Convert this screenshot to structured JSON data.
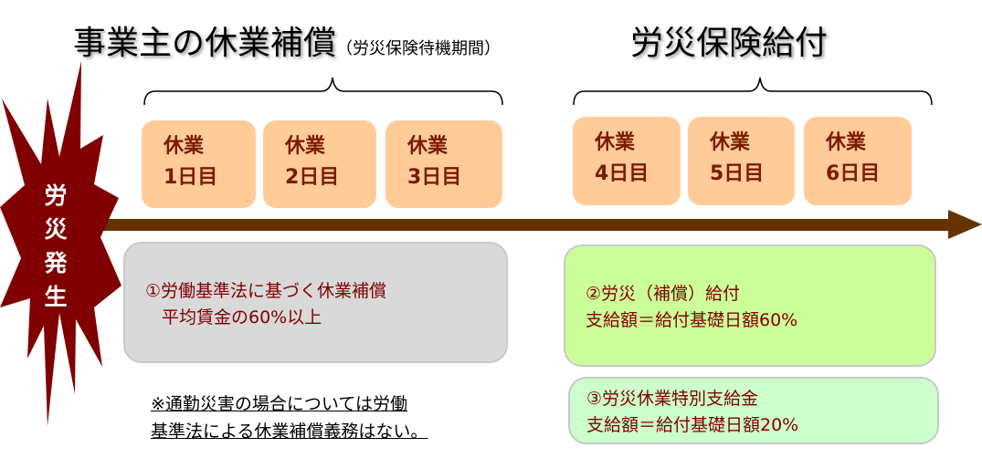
{
  "header": {
    "employer_title": "事業主の休業補償",
    "employer_subtitle": "（労災保険待機期間）",
    "insurance_title": "労災保険給付"
  },
  "incident_label": [
    "労",
    "災",
    "発",
    "生"
  ],
  "days": [
    {
      "top": "休業",
      "bottom": "1日目"
    },
    {
      "top": "休業",
      "bottom": "2日目"
    },
    {
      "top": "休業",
      "bottom": "3日目"
    },
    {
      "top": "休業",
      "bottom": "4日目"
    },
    {
      "top": "休業",
      "bottom": "5日目"
    },
    {
      "top": "休業",
      "bottom": "6日目"
    }
  ],
  "benefits": [
    {
      "line1": "①労働基準法に基づく休業補償",
      "line2": "平均賃金の60%以上"
    },
    {
      "line1": "②労災（補償）給付",
      "line2": "支給額＝給付基礎日額60%"
    },
    {
      "line1": "③労災休業特別支給金",
      "line2": "支給額＝給付基礎日額20%"
    }
  ],
  "note": [
    "※通勤災害の場合については労働",
    "基準法による休業補償義務はない。"
  ],
  "colors": {
    "burst": "#800000",
    "arrow": "#663300",
    "day": "#ffcc99",
    "gray": "#d9d9d9",
    "green": "#ccff99",
    "lightgreen": "#ccffcc",
    "text": "#800000"
  }
}
